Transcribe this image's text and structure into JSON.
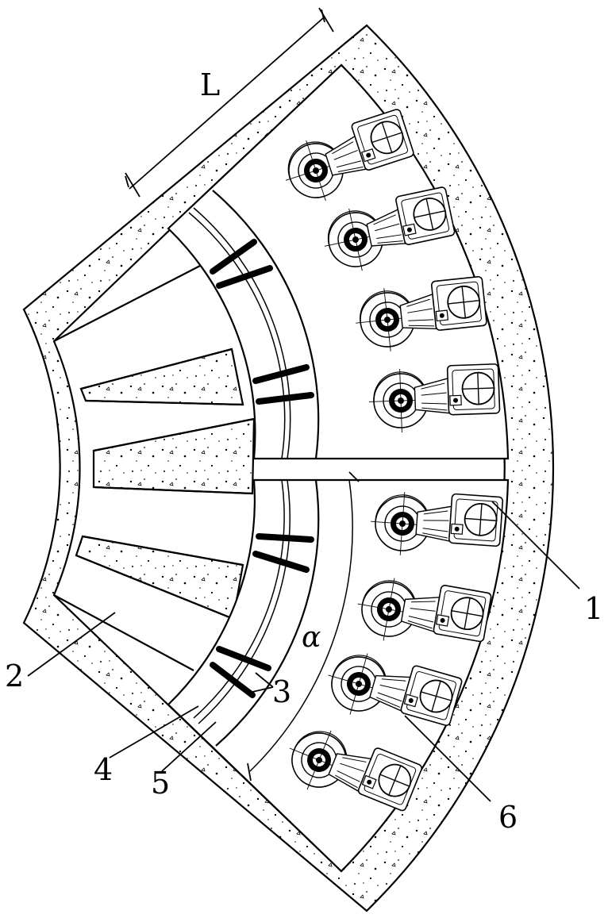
{
  "labels": {
    "length": "L",
    "angle": "α",
    "part_1": "1",
    "part_2": "2",
    "part_3": "3",
    "part_4": "4",
    "part_5": "5",
    "part_6": "6"
  },
  "colors": {
    "line": "#000000",
    "background": "#ffffff"
  },
  "icons": {
    "equipment_unit": "pump-motor-assembly-icon"
  }
}
